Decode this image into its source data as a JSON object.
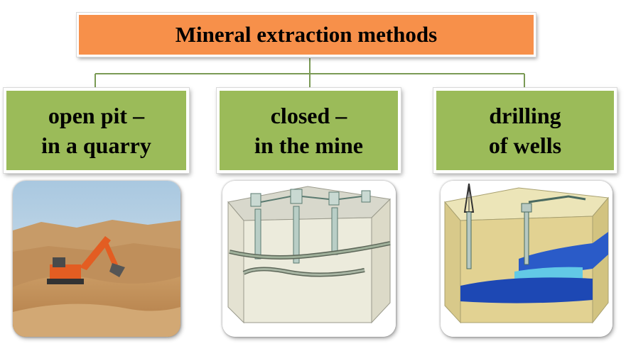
{
  "title": "Mineral extraction methods",
  "methods": [
    {
      "line1": "open pit –",
      "line2": "in a quarry",
      "illustration": "quarry-excavator-photo"
    },
    {
      "line1": "closed –",
      "line2": "in the mine",
      "illustration": "underground-mine-cutaway"
    },
    {
      "line1": "drilling",
      "line2": "of wells",
      "illustration": "well-drilling-cutaway"
    }
  ],
  "colors": {
    "title_fill": "#f7904a",
    "category_fill": "#9bbb59",
    "connector": "#7a9a55"
  }
}
